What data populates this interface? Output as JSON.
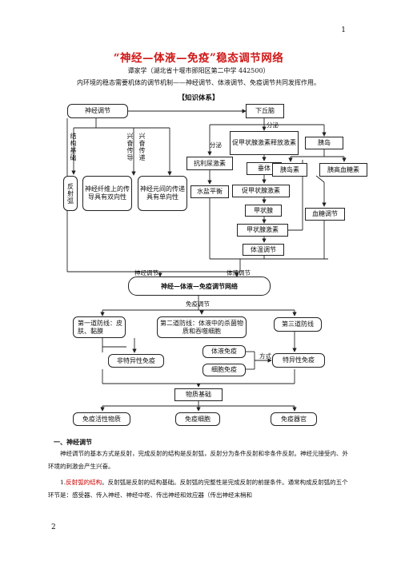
{
  "page": {
    "top_number": "1",
    "bottom_number": "2"
  },
  "header": {
    "title": "“神经—体液—免疫”稳态调节网络",
    "author": "谭家学（湖北省十堰市郧阳区第二中学 442500）",
    "intro": "内环境的稳态需要机体的调节机制——神经调节、体液调节、免疫调节共同发挥作用。",
    "knowledge_heading": "【知识体系】"
  },
  "diagram": {
    "neural_regulation": "神经调节",
    "hypothalamus": "下丘脑",
    "secretion_1": "分泌",
    "secretion_2": "分泌",
    "structural_basis": "结构基础",
    "excitation_conduction": "兴奋传导",
    "excitation_transmission": "兴奋传递",
    "trh": "促甲状腺激素释放激素",
    "islet": "胰岛",
    "adh": "抗利尿激素",
    "reflex_arc": "反射弧",
    "nerve_fiber": "神经纤维上的传导具有双向性",
    "inter_neuron": "神经元间的传递具有单向性",
    "pituitary": "垂体",
    "insulin": "胰岛素",
    "glucagon": "胰高血糖素",
    "water_salt": "水盐平衡",
    "tsh": "促甲状腺激素",
    "thyroid": "甲状腺",
    "blood_sugar": "血糖调节",
    "thyroxine": "甲状腺激素",
    "body_temp": "体温调节",
    "label_neural": "神经调节",
    "label_humoral": "体液调节",
    "core": "神经—体液—免疫调节网络",
    "label_immune": "免疫调节",
    "first_line": "第一道防线：皮肤、黏膜",
    "second_line": "第二道防线：体液中的杀菌物质和吞噬细胞",
    "third_line": "第三道防线",
    "nonspecific": "非特异性免疫",
    "humoral_immunity": "体液免疫",
    "cellular_immunity": "细胞免疫",
    "mode": "方式",
    "specific": "特异性免疫",
    "material_basis": "物质基础",
    "active_substance": "免疫活性物质",
    "immune_cell": "免疫细胞",
    "immune_organ": "免疫器官"
  },
  "body": {
    "section_1": "一、神经调节",
    "p1": "神经调节的基本方式是反射，完成反射的结构是反射弧，反射分为条件反射和非条件反射。神经元接受内、外环境的刺激会产生兴奋。",
    "p2_lead": "1.",
    "p2_red": "反射弧的结构",
    "p2": "。反射弧是反射的结构基础。反射弧的完整性是完成反射的前提条件。通常构成反射弧的五个环节是：感受器、传入神经、神经中枢、传出神经和效应器（传出神经末梢和"
  }
}
